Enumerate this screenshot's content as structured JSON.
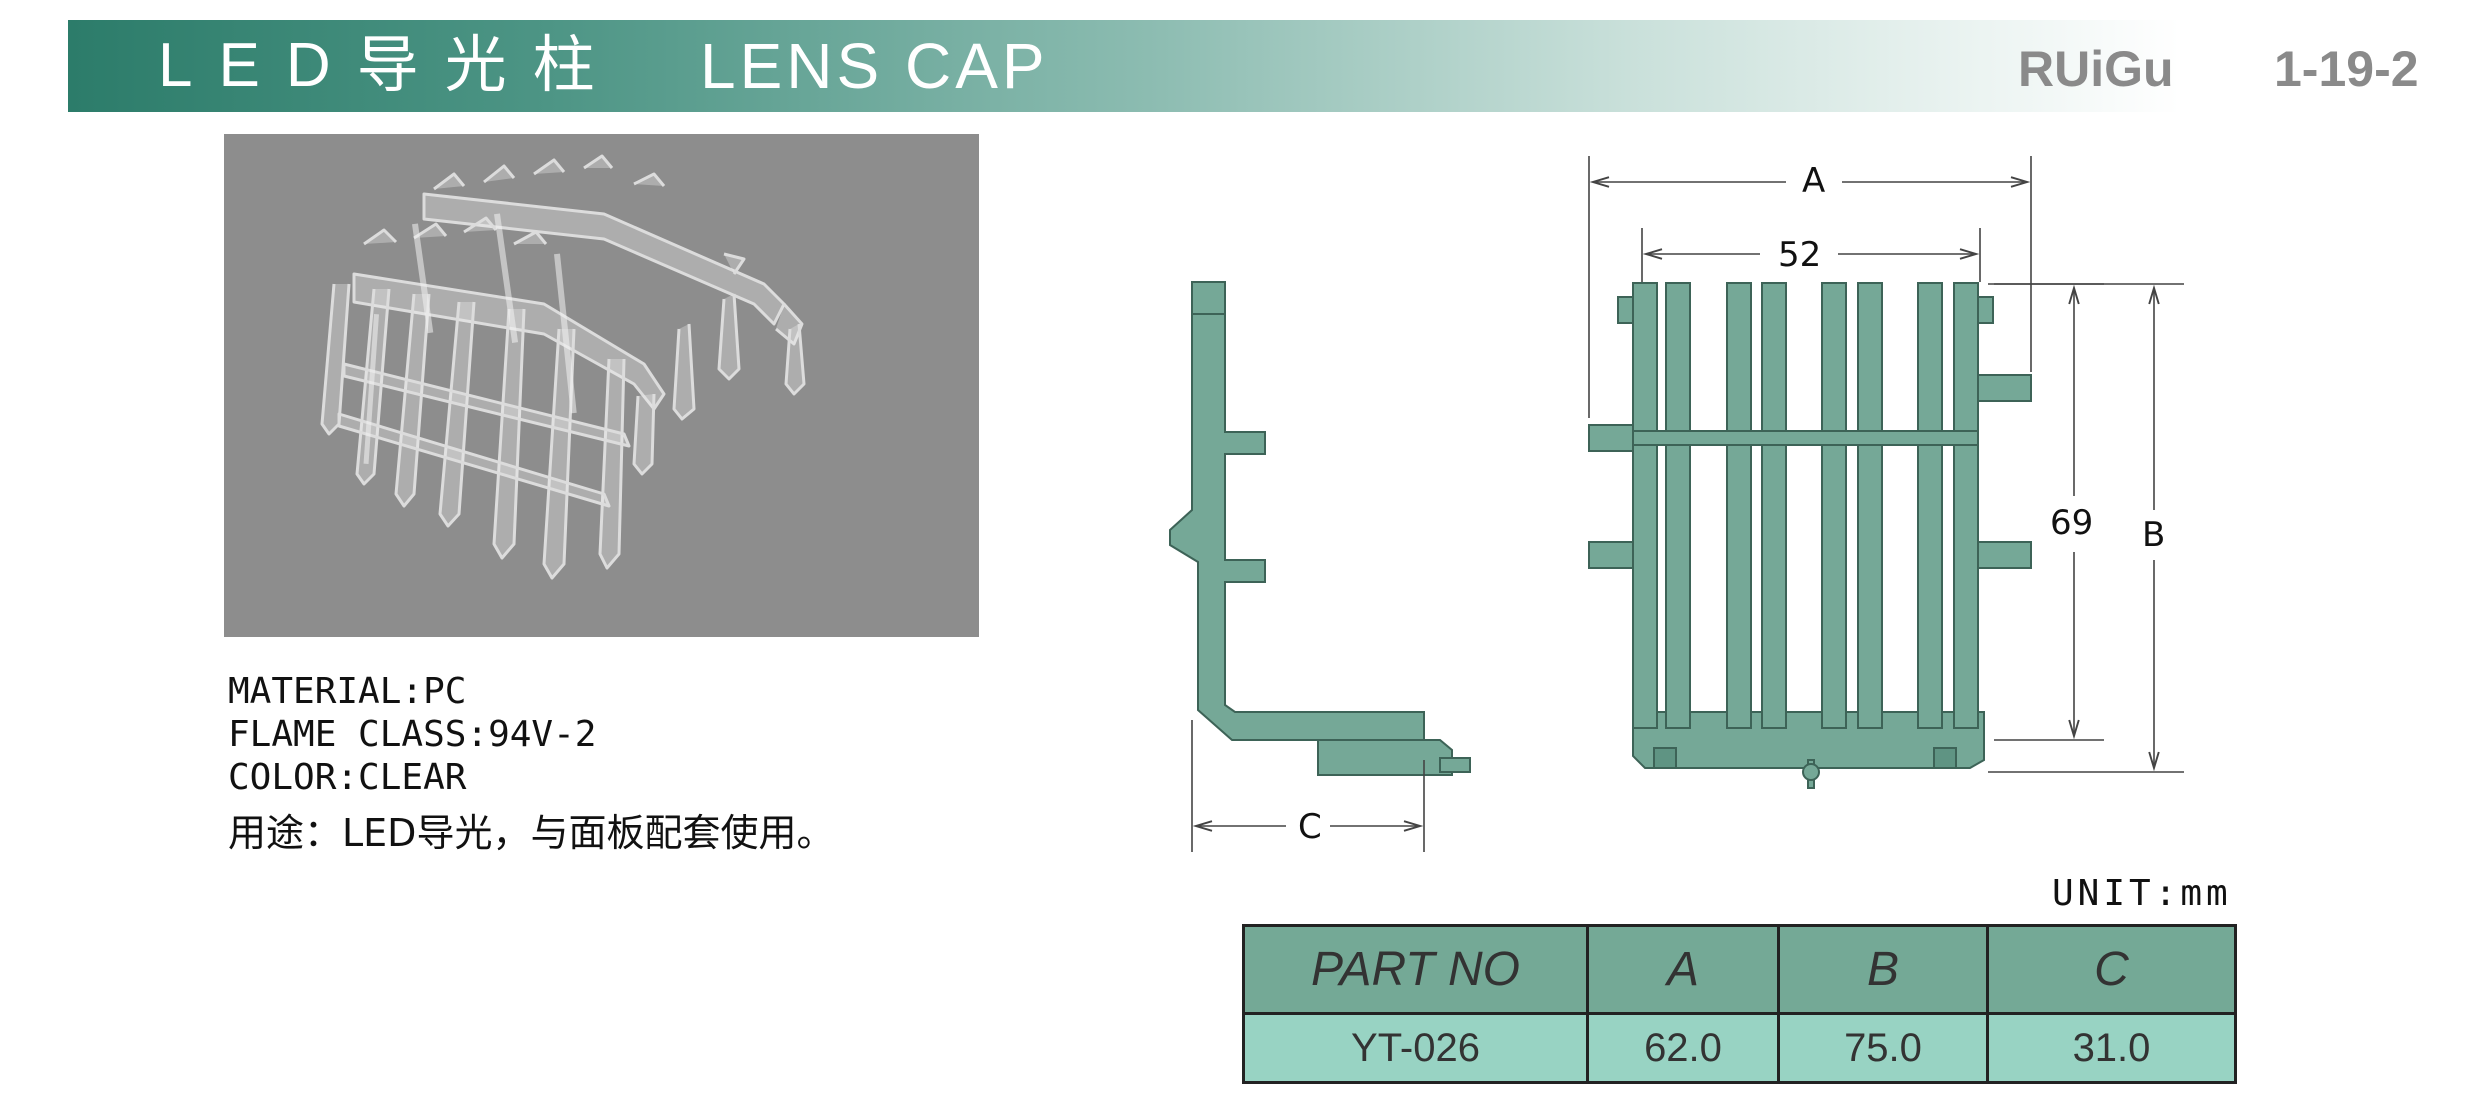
{
  "header": {
    "title_cn": "LED导光柱",
    "title_en": "LENS CAP",
    "brand": "RUiGu",
    "page_code": "1-19-2"
  },
  "specs": {
    "material": "MATERIAL:PC",
    "flame_class": "FLAME CLASS:94V-2",
    "color": "COLOR:CLEAR",
    "usage": "用途：LED导光，与面板配套使用。"
  },
  "drawing": {
    "dim_a_label": "A",
    "dim_52": "52",
    "dim_69": "69",
    "dim_b_label": "B",
    "dim_c_label": "C"
  },
  "unit_label": "UNIT:mm",
  "table": {
    "headers": [
      "PART NO",
      "A",
      "B",
      "C"
    ],
    "rows": [
      [
        "YT-026",
        "62.0",
        "75.0",
        "31.0"
      ]
    ]
  },
  "colors": {
    "header_start": "#2c7c6a",
    "part_fill": "#75a897",
    "table_head": "#74a996",
    "table_row": "#98d3c3",
    "photo_bg": "#8d8d8d"
  }
}
